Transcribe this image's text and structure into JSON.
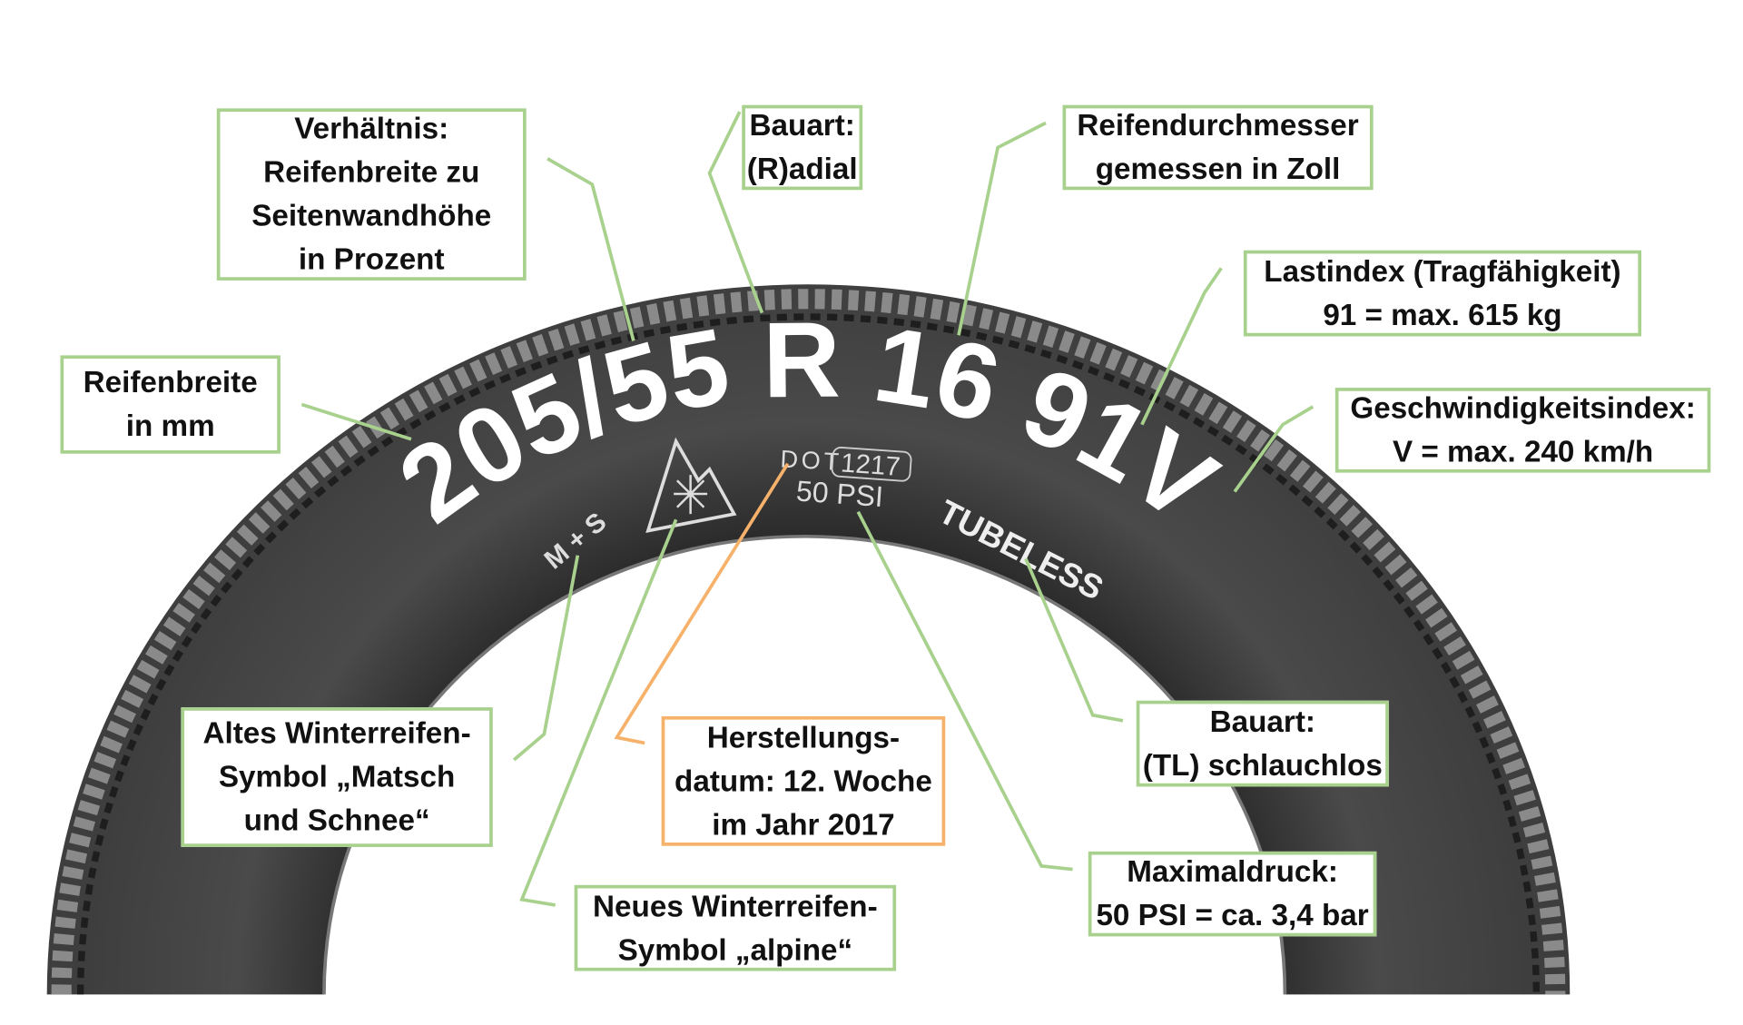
{
  "colors": {
    "leader_green": "#a9d18e",
    "leader_orange": "#f6b26b",
    "tire": "#454545"
  },
  "tire": {
    "main_code": "205/55 R 16 91V",
    "ms": "M + S",
    "dot": "DOT",
    "dot_code": "1217",
    "psi": "50 PSI",
    "tubeless": "TUBELESS"
  },
  "labels": {
    "ratio": [
      "Verhältnis:",
      "Reifenbreite zu",
      "Seitenwandhöhe",
      "in Prozent"
    ],
    "radial": [
      "Bauart:",
      "(R)adial"
    ],
    "diameter": [
      "Reifendurchmesser",
      "gemessen in Zoll"
    ],
    "load": [
      "Lastindex (Tragfähigkeit)",
      "91 = max. 615 kg"
    ],
    "speed": [
      "Geschwindigkeitsindex:",
      "V = max. 240 km/h"
    ],
    "width": [
      "Reifenbreite",
      "in mm"
    ],
    "old_winter": [
      "Altes Winterreifen-",
      "Symbol „Matsch",
      "und Schnee“"
    ],
    "date": [
      "Herstellungs-",
      "datum: 12. Woche",
      "im Jahr 2017"
    ],
    "new_winter": [
      "Neues Winterreifen-",
      "Symbol „alpine“"
    ],
    "tubeless": [
      "Bauart:",
      "(TL) schlauchlos"
    ],
    "pressure": [
      "Maximaldruck:",
      "50 PSI = ca. 3,4 bar"
    ]
  }
}
